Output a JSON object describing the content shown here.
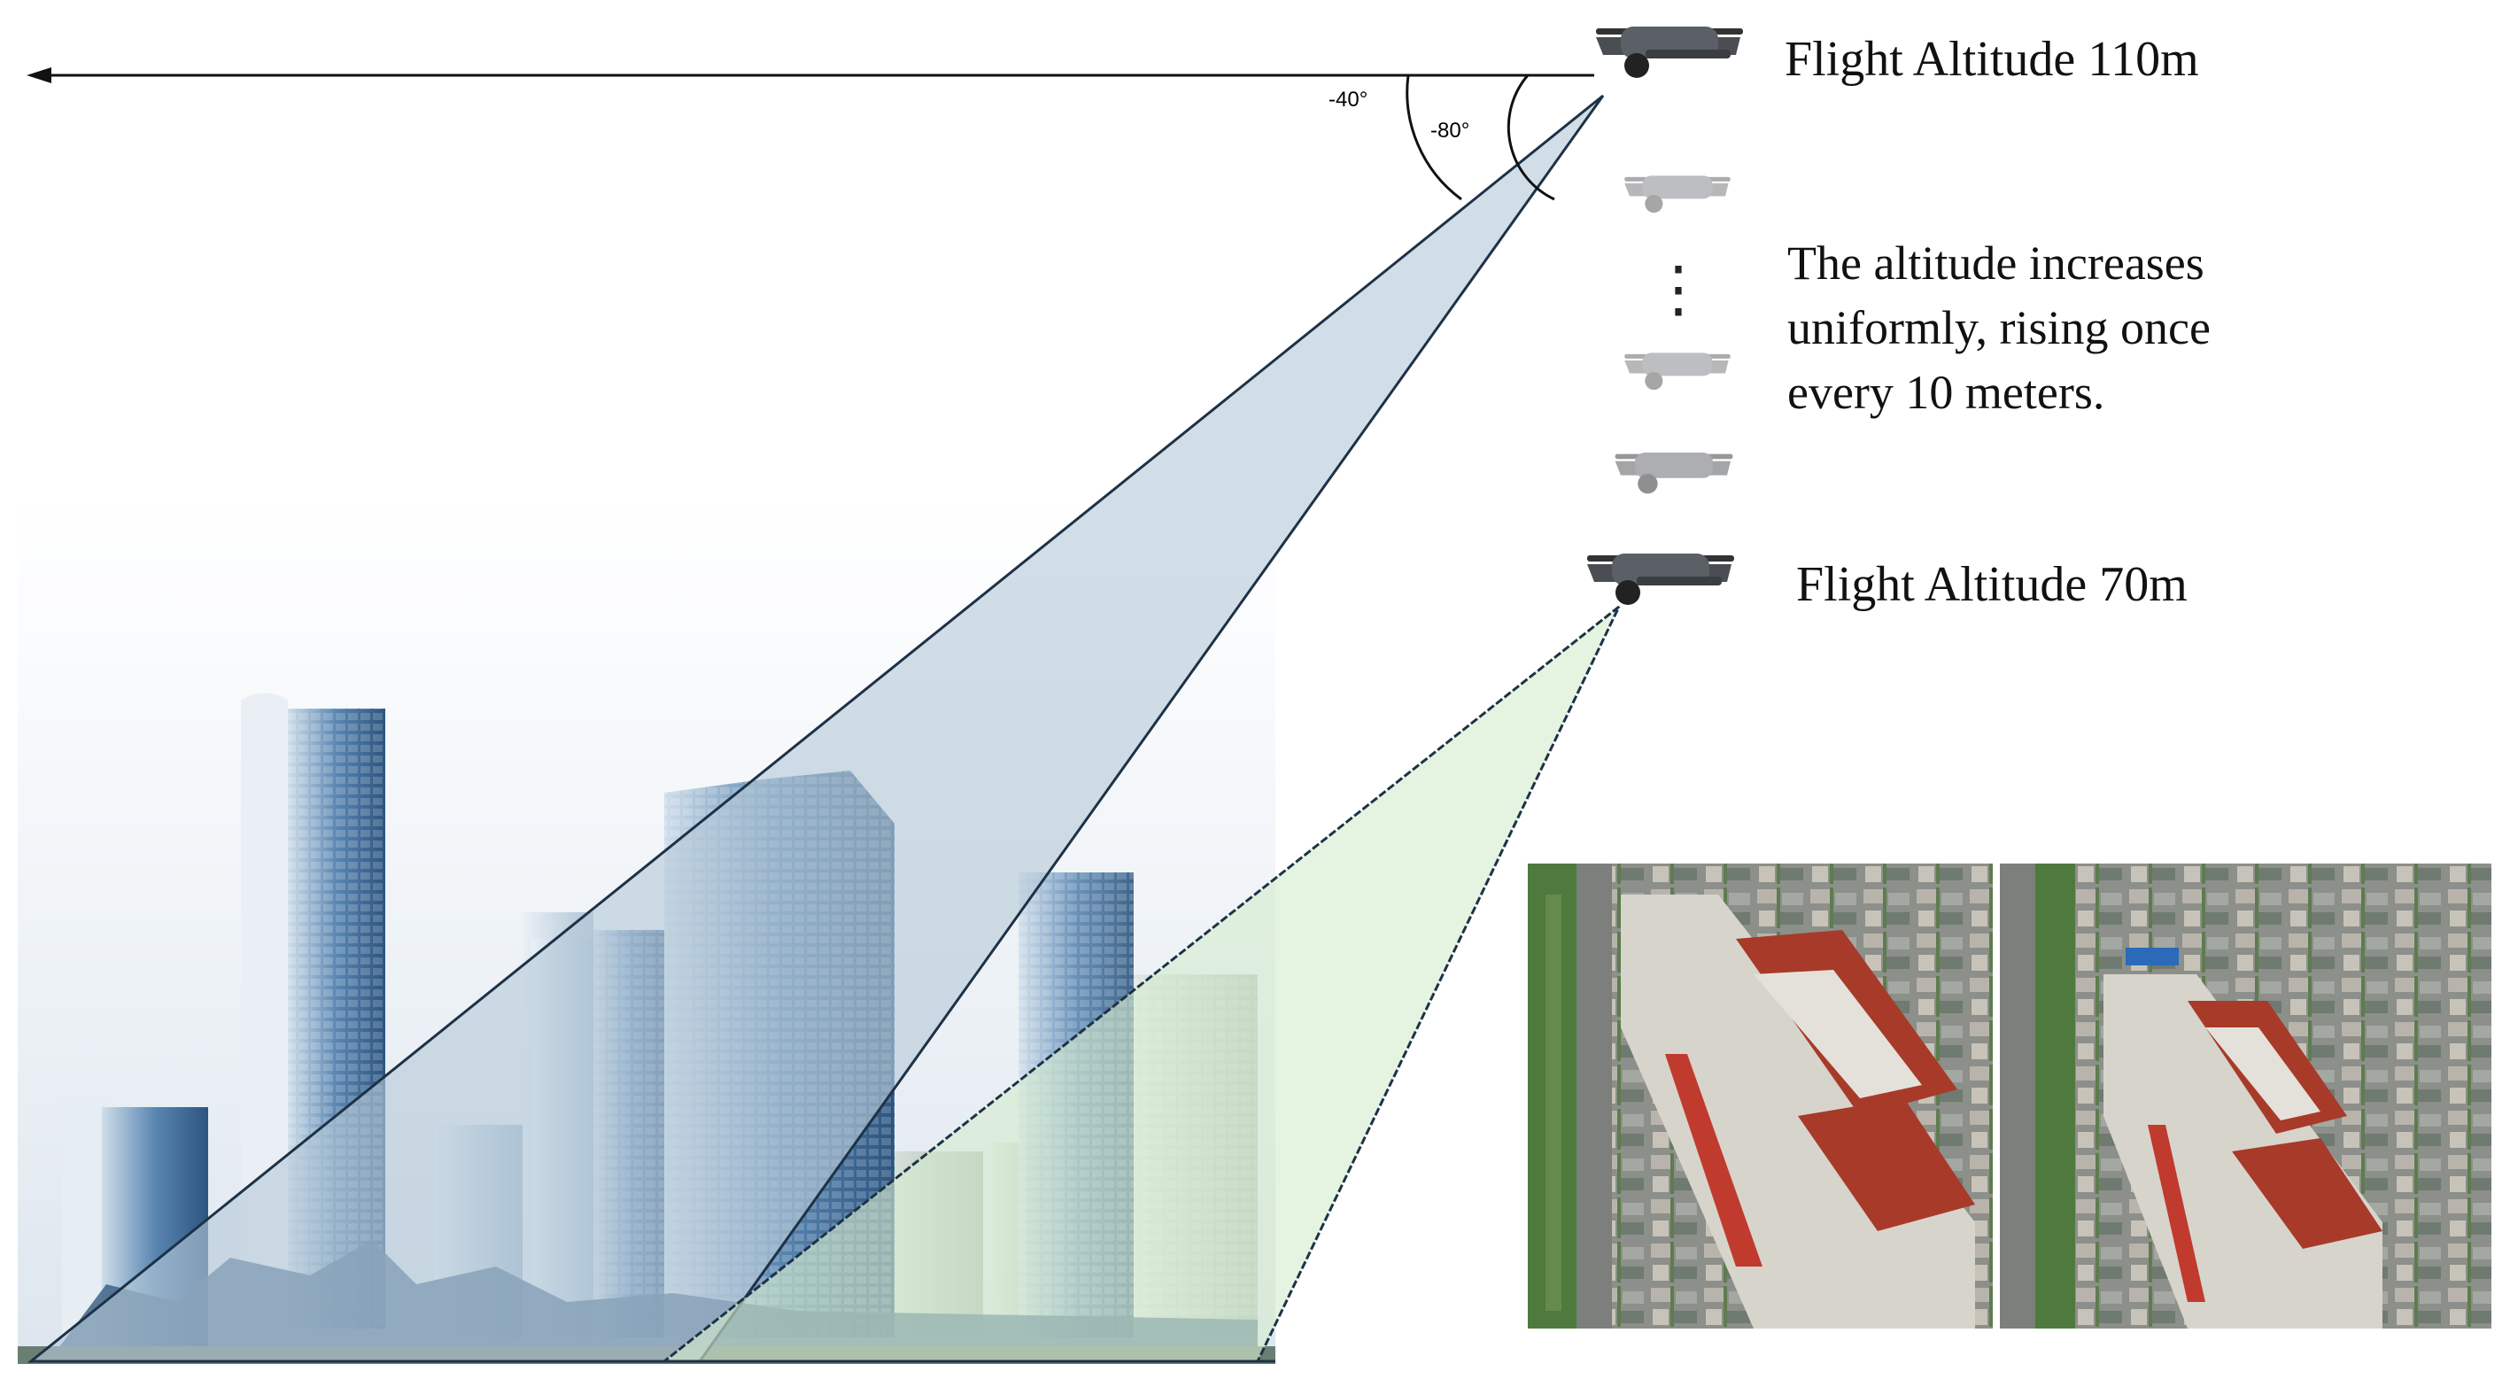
{
  "labels": {
    "altitude_high": "Flight Altitude 110m",
    "altitude_low": "Flight Altitude 70m",
    "description_lines": [
      "The altitude increases",
      "uniformly, rising once",
      "every 10 meters."
    ],
    "angle_outer": "-40°",
    "angle_inner": "-80°",
    "ellipsis": "⋮"
  },
  "icons": {
    "drone": "drone-icon",
    "arrow": "arrow-left-icon"
  },
  "colors": {
    "cone_high": "#b3c6d6",
    "cone_low": "#d4ebcf",
    "sky": "#dfe7ee",
    "building_dark": "#2f5f8f",
    "building_light": "#a9c2d8",
    "roof_red": "#a83a2a"
  }
}
